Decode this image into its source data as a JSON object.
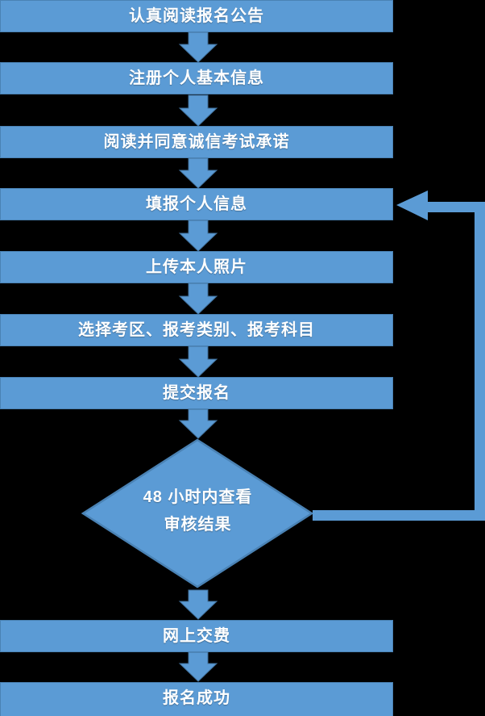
{
  "colors": {
    "background": "#000000",
    "shape_fill": "#5B9BD5",
    "shape_border": "#41719C",
    "text": "#FFFFFF"
  },
  "steps": [
    {
      "label": "认真阅读报名公告"
    },
    {
      "label": "注册个人基本信息"
    },
    {
      "label": "阅读并同意诚信考试承诺"
    },
    {
      "label": "填报个人信息"
    },
    {
      "label": "上传本人照片"
    },
    {
      "label": "选择考区、报考类别、报考科目"
    },
    {
      "label": "提交报名"
    },
    {
      "label": "网上交费"
    },
    {
      "label": "报名成功"
    }
  ],
  "decision": {
    "line1": "48 小时内查看",
    "line2": "审核结果"
  }
}
